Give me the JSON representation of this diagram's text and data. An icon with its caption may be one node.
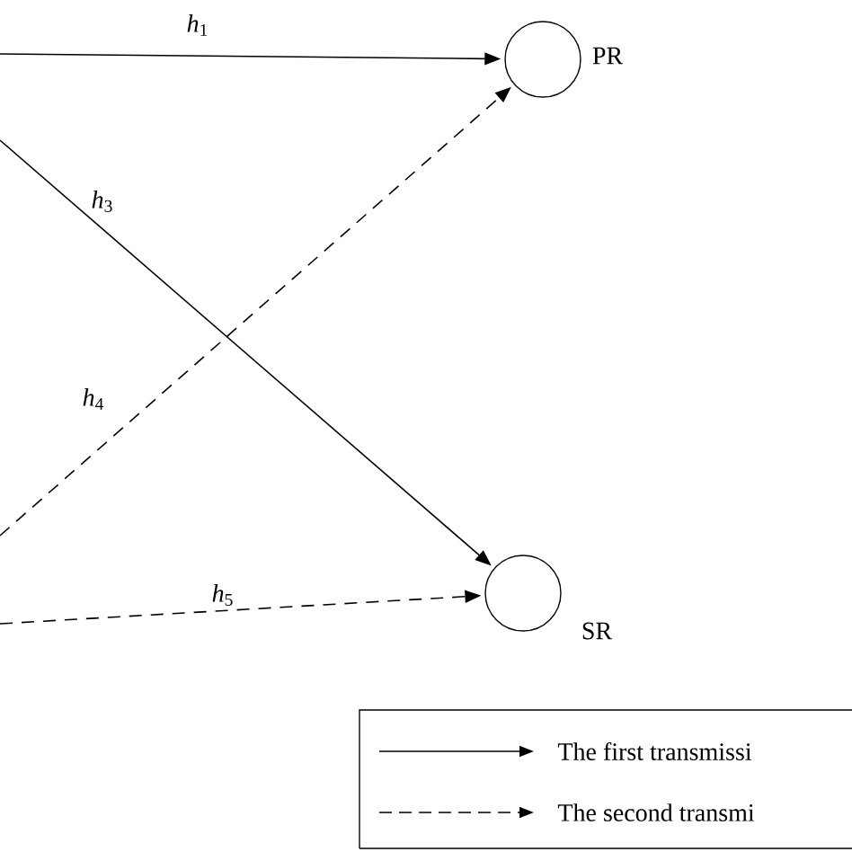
{
  "diagram": {
    "nodes": [
      {
        "text": [],
        "shape": "circle",
        "beside": [
          "PR"
        ]
      },
      {
        "text": [],
        "shape": "circle",
        "beside": [
          "SR"
        ]
      }
    ],
    "edges": [
      {
        "from": null,
        "to": 0,
        "arrow": "to",
        "label": "*h*$_{1}$"
      },
      {
        "from": null,
        "to": 1,
        "arrow": "to",
        "label": "*h*$_{3}$"
      },
      {
        "from": null,
        "to": 0,
        "arrow": "to",
        "label": "*h*$_{4}$",
        "style": "dashed"
      },
      {
        "from": null,
        "to": 1,
        "arrow": "to",
        "label": "*h*$_{5}$",
        "style": "dashed"
      }
    ],
    "legend": [
      {
        "text": "The first transmissi"
      },
      {
        "text": "The second transmi"
      }
    ]
  }
}
